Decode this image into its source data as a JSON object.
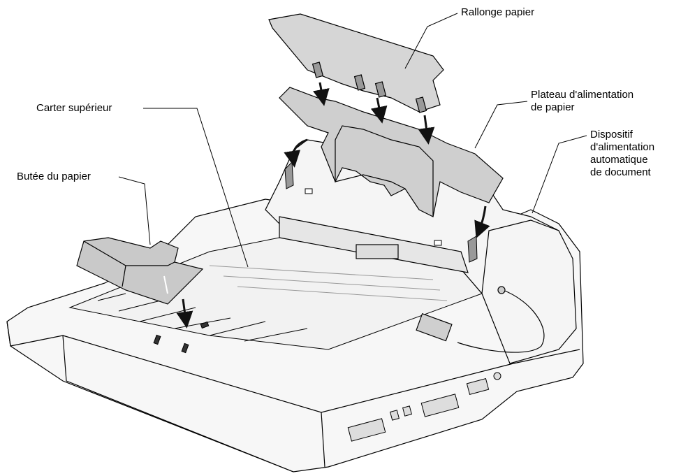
{
  "labels": {
    "paper_extension": "Rallonge papier",
    "paper_tray_line1": "Plateau d'alimentation",
    "paper_tray_line2": "de papier",
    "top_cover": "Carter supérieur",
    "adf_line1": "Dispositif",
    "adf_line2": "d'alimentation",
    "adf_line3": "automatique",
    "adf_line4": "de document",
    "paper_stop": "Butée du papier"
  },
  "colors": {
    "line": "#000000",
    "body_fill": "#f7f7f7",
    "part_fill": "#d4d4d4",
    "part_dark": "#9a9a9a",
    "arrow": "#111111"
  }
}
